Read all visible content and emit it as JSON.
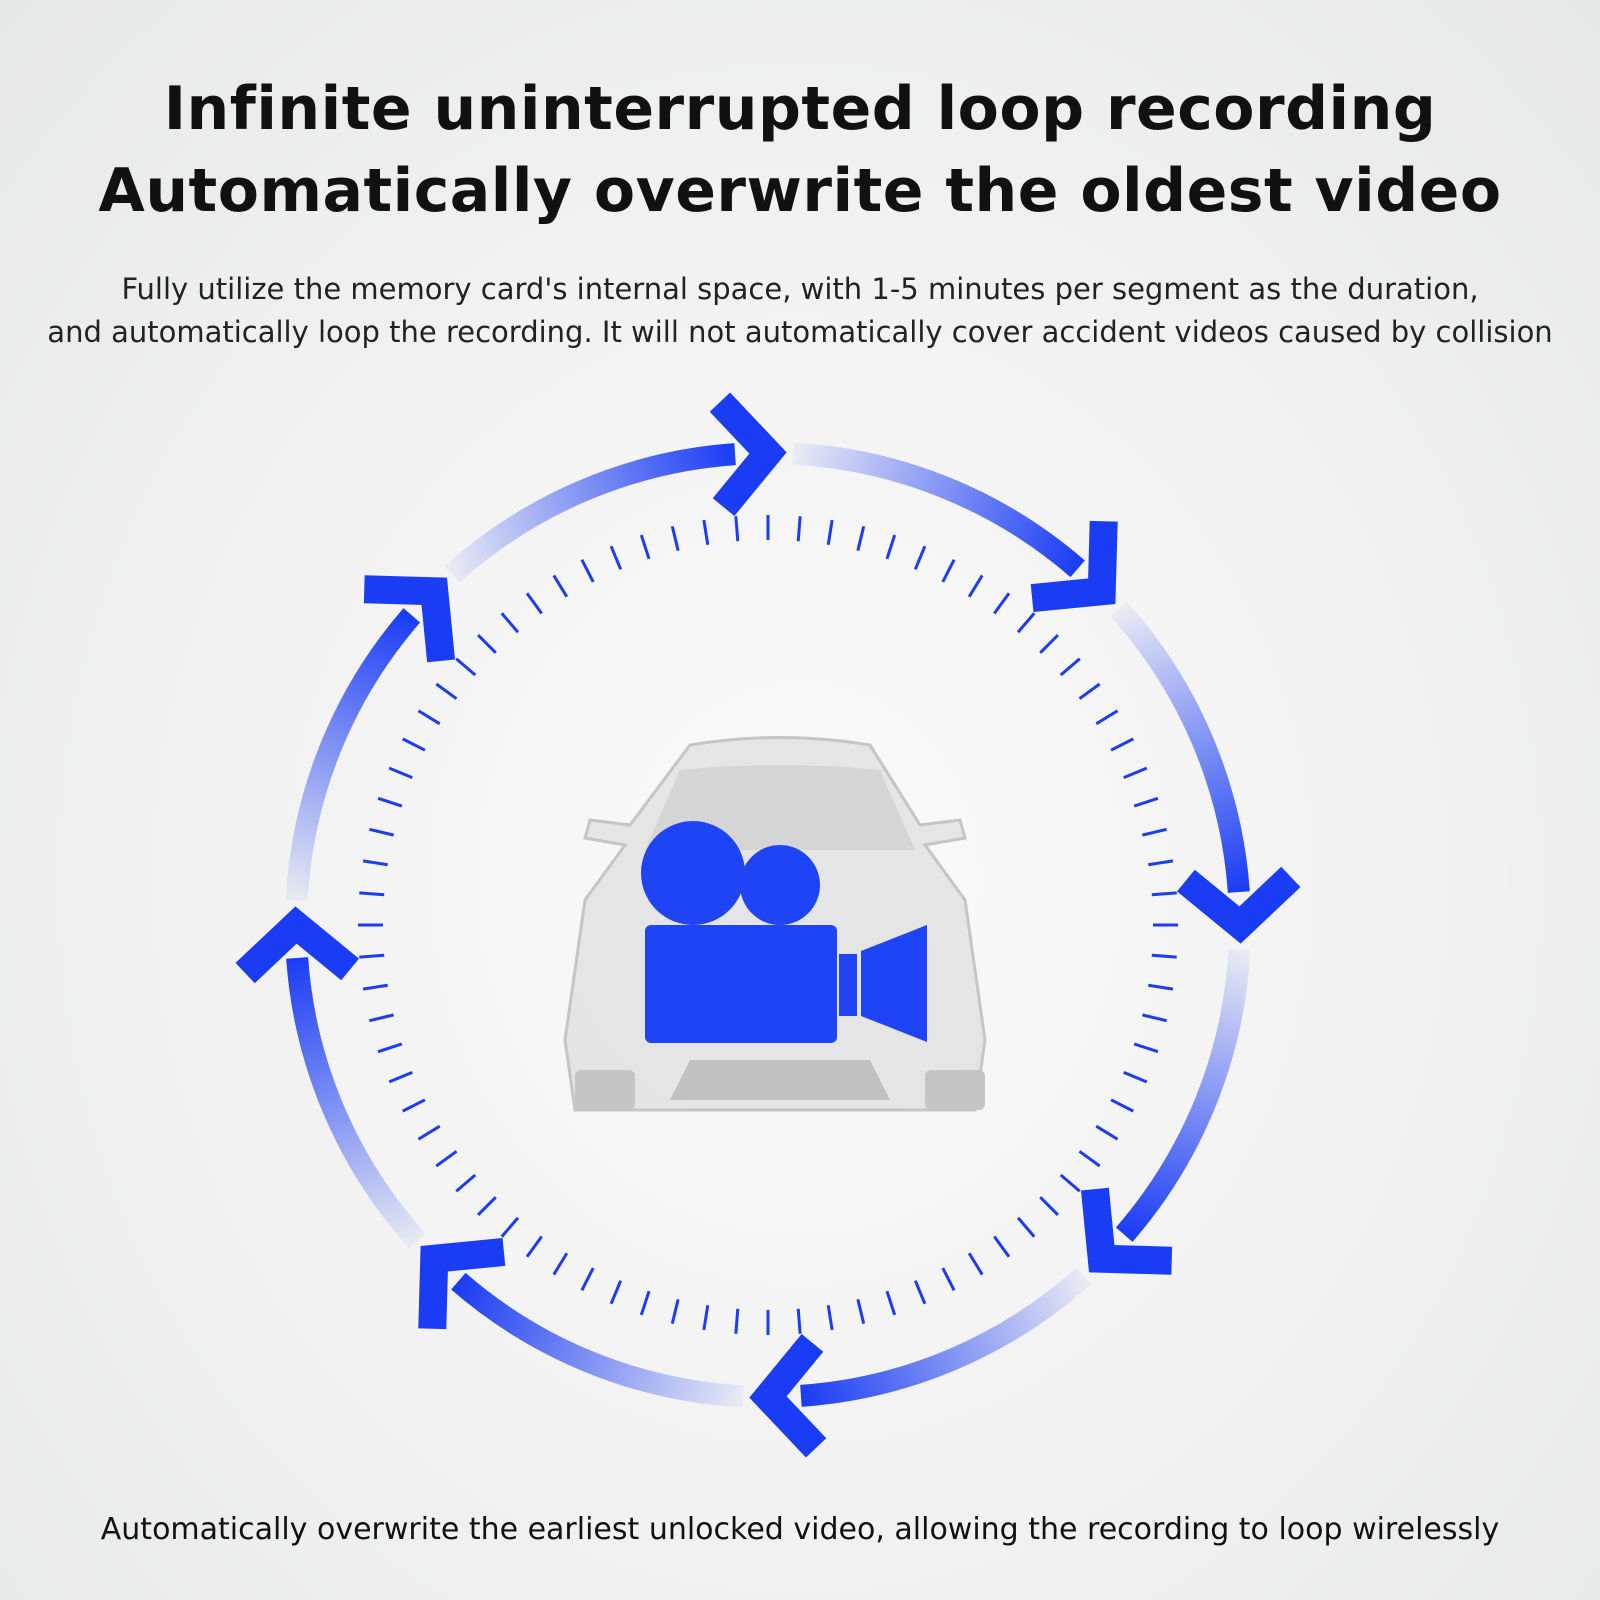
{
  "heading": {
    "line1": "Infinite uninterrupted loop recording",
    "line2": "Automatically overwrite the oldest video"
  },
  "description": {
    "line1": "Fully utilize the memory card's internal space, with 1-5 minutes per segment as the duration,",
    "line2": "and automatically loop the recording. It will not automatically cover accident videos caused by collision"
  },
  "footer": "Automatically overwrite the earliest unlocked video, allowing the recording to loop wirelessly",
  "colors": {
    "accent": "#1a3cf5",
    "car": "#c9c9c9"
  },
  "icons": [
    "loop-arrows-icon",
    "video-camera-icon",
    "car-image"
  ]
}
